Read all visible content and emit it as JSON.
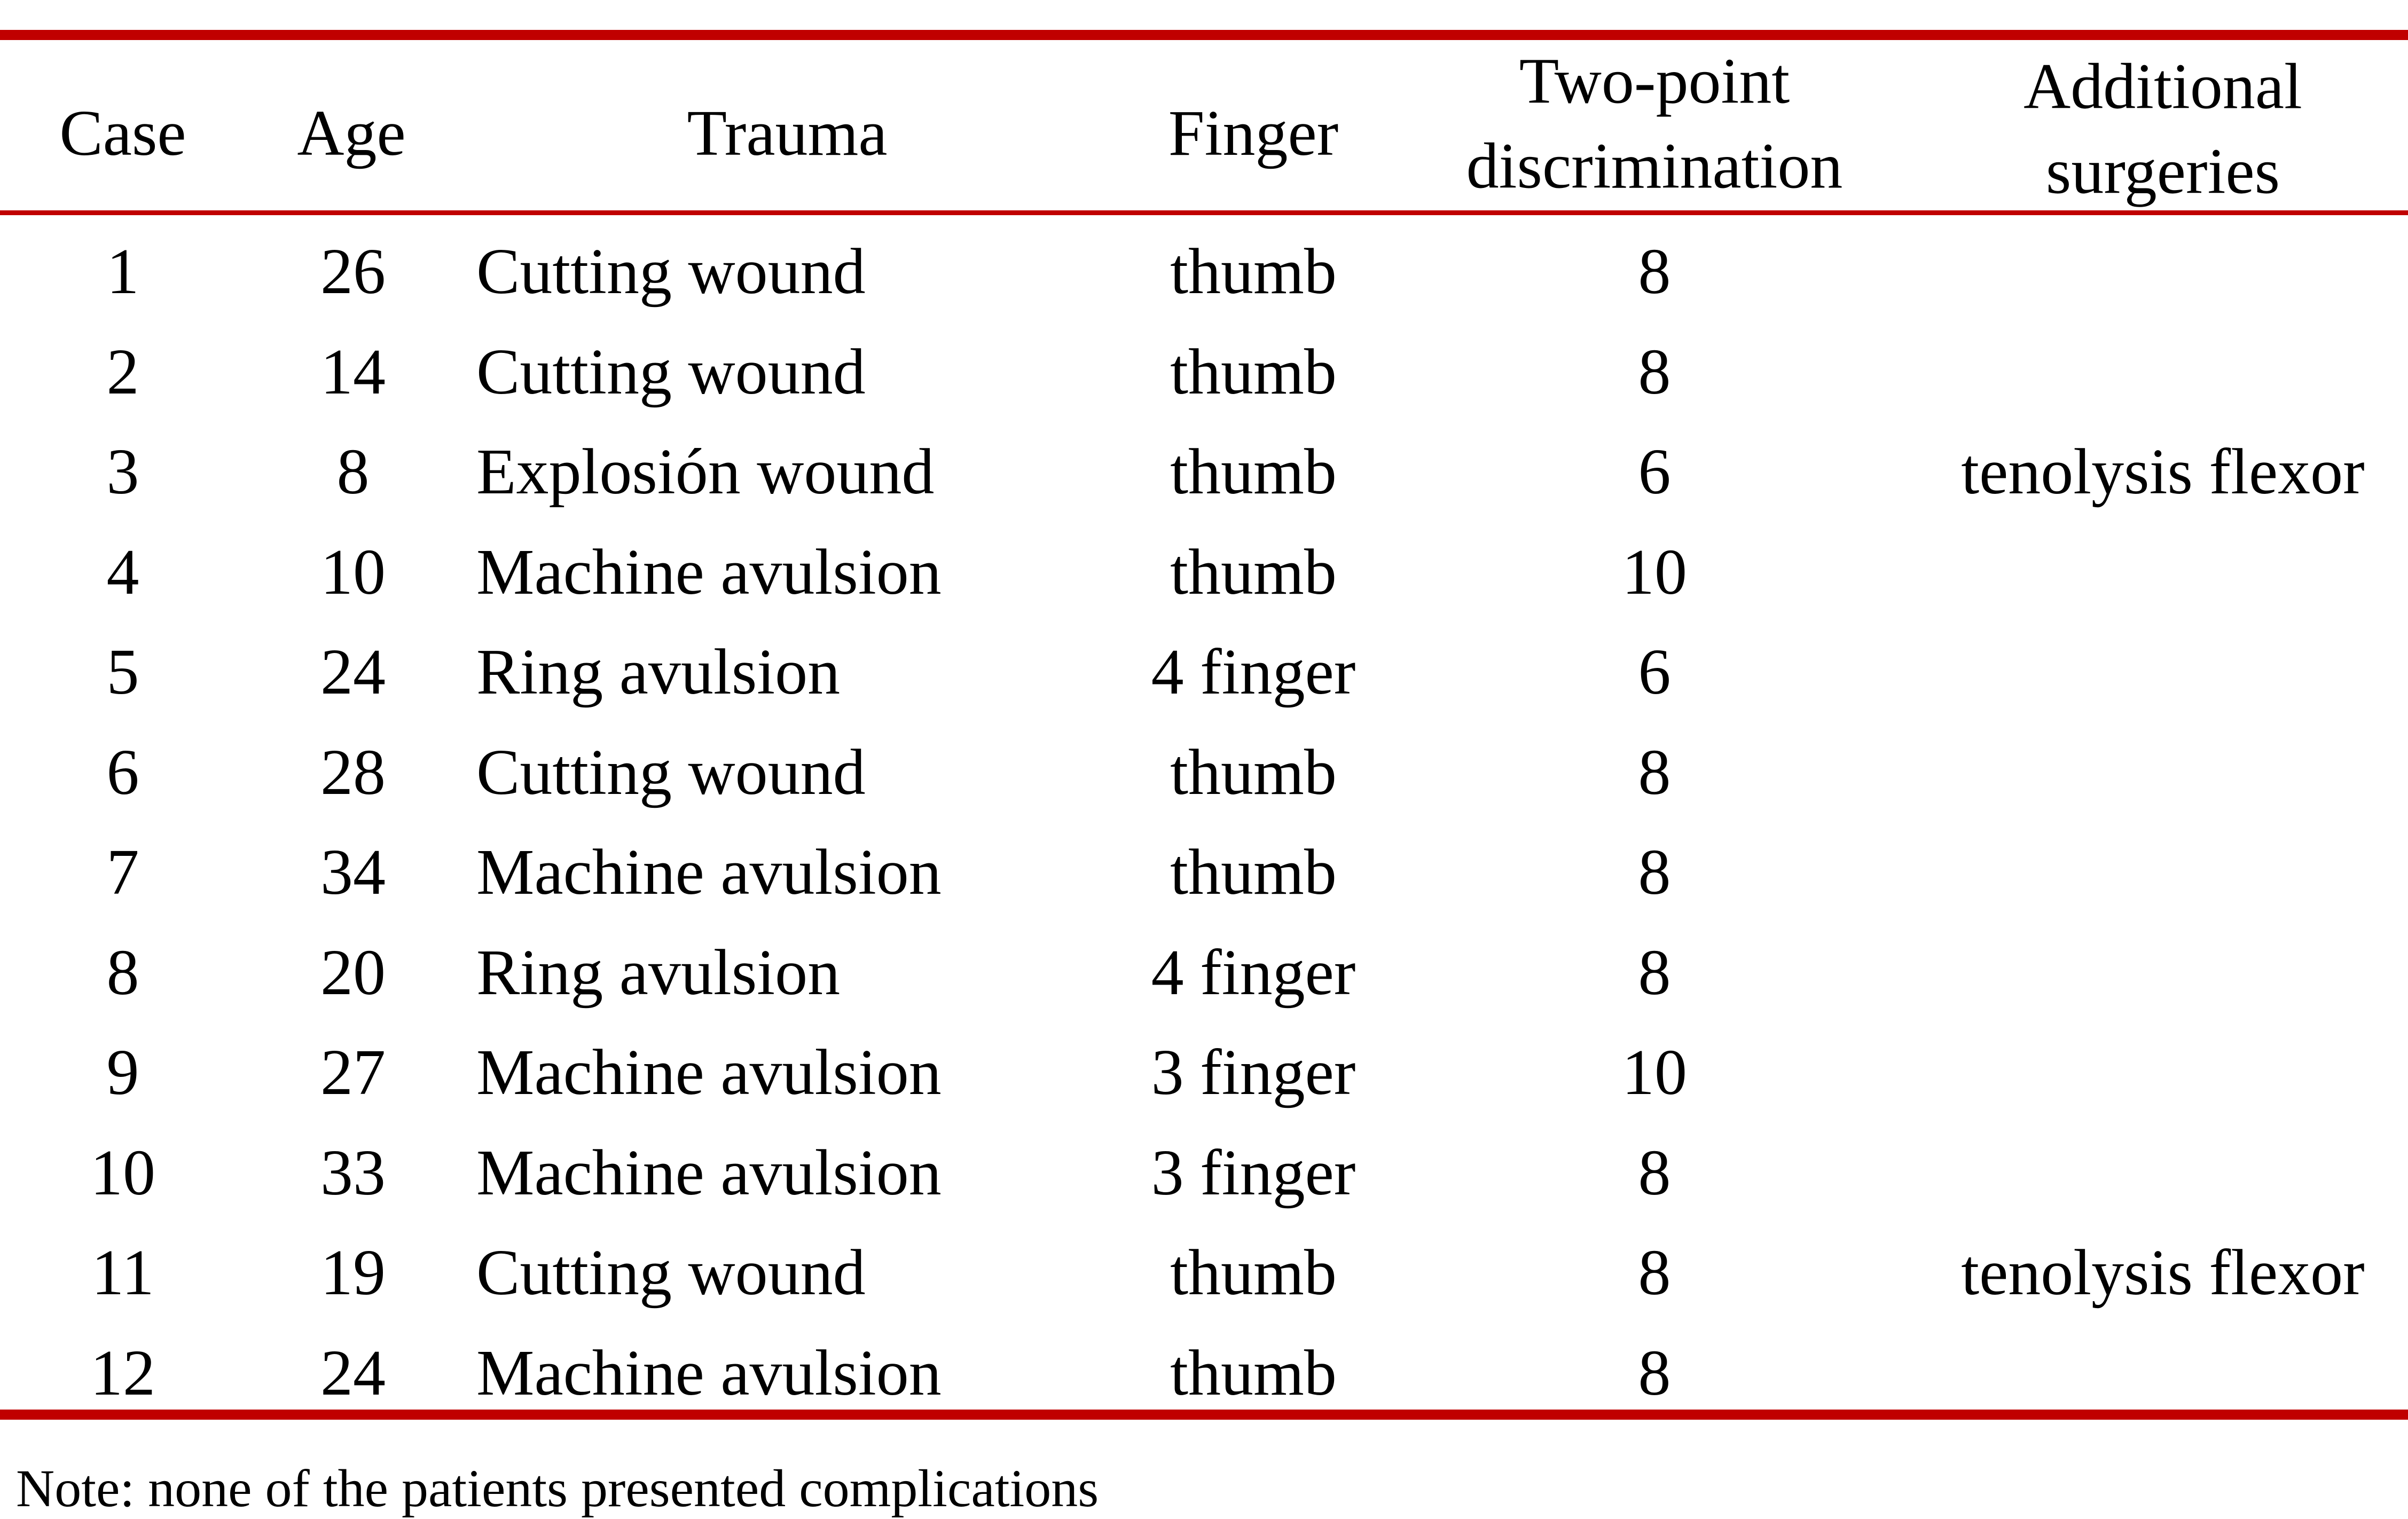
{
  "table": {
    "columns": [
      "Case",
      "Age",
      "Trauma",
      "Finger",
      "Two-point discrimination",
      "Additional surgeries"
    ],
    "header_lines": {
      "two_point": [
        "Two-point",
        "discrimination"
      ],
      "additional": [
        "Additional",
        "surgeries"
      ]
    },
    "rows": [
      [
        "1",
        "26",
        "Cutting wound",
        "thumb",
        "8",
        ""
      ],
      [
        "2",
        "14",
        "Cutting wound",
        "thumb",
        "8",
        ""
      ],
      [
        "3",
        "8",
        "Explosión wound",
        "thumb",
        "6",
        "tenolysis flexor"
      ],
      [
        "4",
        "10",
        "Machine avulsion",
        "thumb",
        "10",
        ""
      ],
      [
        "5",
        "24",
        "Ring avulsion",
        "4 finger",
        "6",
        ""
      ],
      [
        "6",
        "28",
        "Cutting wound",
        "thumb",
        "8",
        ""
      ],
      [
        "7",
        "34",
        "Machine avulsion",
        "thumb",
        "8",
        ""
      ],
      [
        "8",
        "20",
        "Ring avulsion",
        "4 finger",
        "8",
        ""
      ],
      [
        "9",
        "27",
        "Machine avulsion",
        "3 finger",
        "10",
        ""
      ],
      [
        "10",
        "33",
        "Machine avulsion",
        "3 finger",
        "8",
        ""
      ],
      [
        "11",
        "19",
        "Cutting wound",
        "thumb",
        "8",
        "tenolysis flexor"
      ],
      [
        "12",
        "24",
        "Machine avulsion",
        "thumb",
        "8",
        ""
      ]
    ],
    "note": "Note: none of the patients presented complications"
  },
  "colors": {
    "rule": "#C00000"
  }
}
